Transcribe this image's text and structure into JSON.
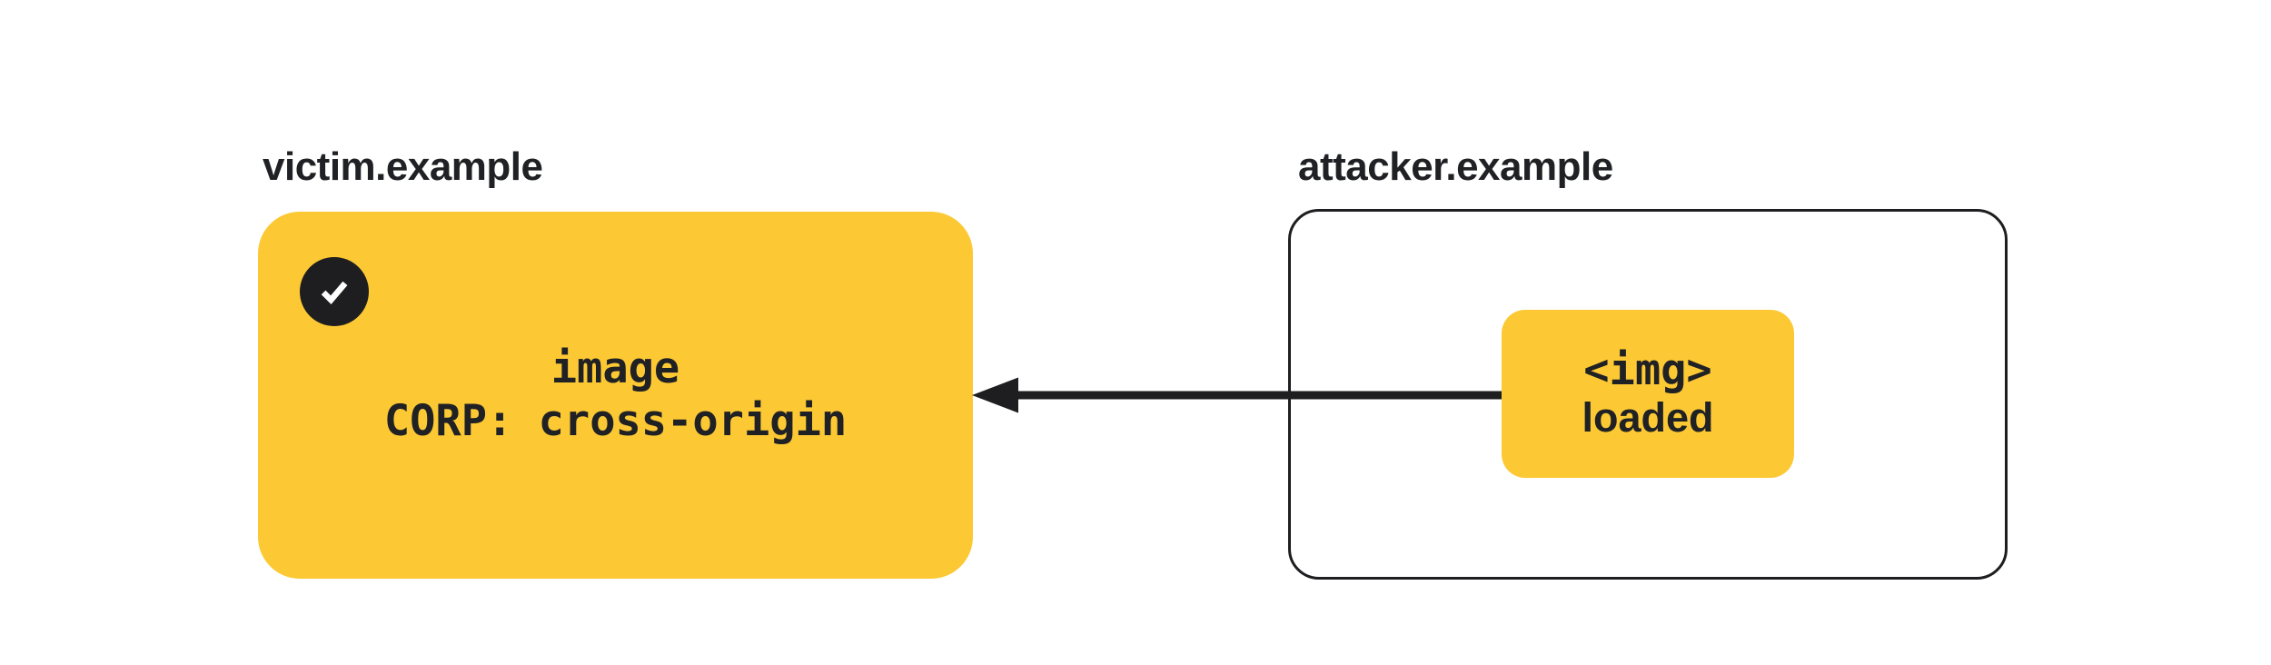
{
  "diagram": {
    "victim": {
      "label": "victim.example",
      "resource_line1": "image",
      "resource_line2": "CORP: cross-origin",
      "status_icon": "check-icon"
    },
    "attacker": {
      "label": "attacker.example",
      "chip_line1": "<img>",
      "chip_line2": "loaded"
    },
    "arrow": {
      "direction": "right-to-left",
      "from": "attacker.example img chip",
      "to": "victim.example image resource"
    }
  },
  "colors": {
    "yellow": "#FCC934",
    "ink": "#202124",
    "ink_deep": "#1E1E21",
    "check_mark": "#FFFFFF",
    "background": "#FFFFFF"
  }
}
